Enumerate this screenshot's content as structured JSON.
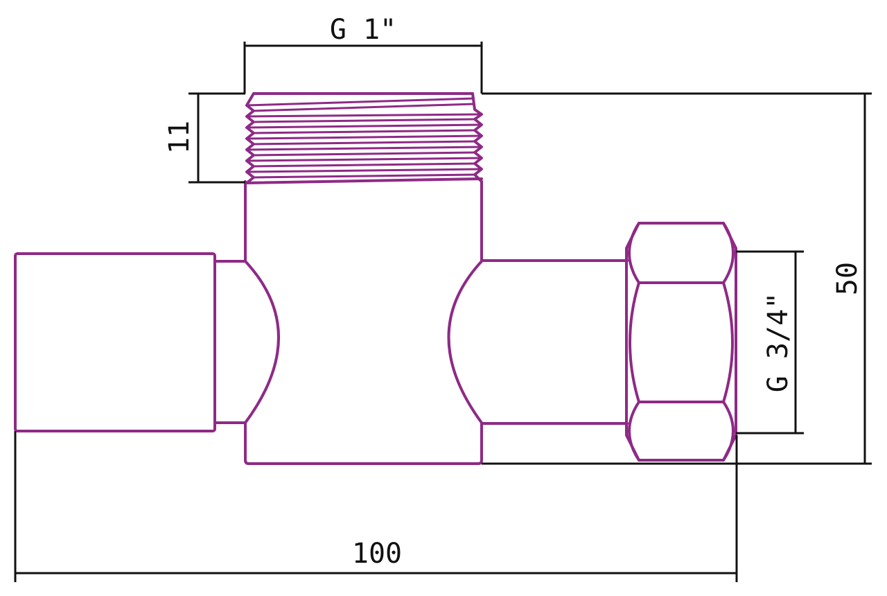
{
  "colors": {
    "part": "#8e2a86",
    "dimension": "#111111",
    "background": "#ffffff"
  },
  "dimensions": {
    "thread_top": "G 1\"",
    "thread_side": "G 3/4\"",
    "thread_length": "11",
    "height": "50",
    "length": "100"
  }
}
